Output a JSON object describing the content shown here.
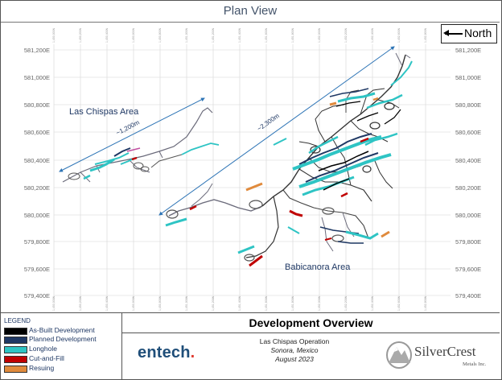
{
  "title": "Plan View",
  "north_label": "North",
  "y_axis_labels": [
    "581,200E",
    "581,000E",
    "580,800E",
    "580,600E",
    "580,400E",
    "580,200E",
    "580,000E",
    "579,800E",
    "579,600E",
    "579,400E"
  ],
  "x_axis_labels": [
    "1,450,000N",
    "1,450,200N",
    "1,450,400N",
    "1,450,600N",
    "1,450,800N",
    "1,451,000N",
    "1,451,200N",
    "1,451,400N",
    "1,451,600N",
    "1,451,800N",
    "1,452,000N",
    "1,452,200N",
    "1,452,400N",
    "1,452,600N",
    "1,452,800N"
  ],
  "areas": {
    "las_chispas": "Las Chispas Area",
    "babicanora": "Babicanora Area"
  },
  "distances": {
    "las_chispas": "~1,200m",
    "babicanora": "~2,300m"
  },
  "legend": {
    "heading": "LEGEND",
    "items": [
      {
        "label": "As-Built Development",
        "color": "#000000"
      },
      {
        "label": "Planned Development",
        "color": "#1f3864"
      },
      {
        "label": "Longhole",
        "color": "#2ec4c4"
      },
      {
        "label": "Cut-and-Fill",
        "color": "#c00000"
      },
      {
        "label": "Resuing",
        "color": "#e08a3c"
      }
    ]
  },
  "footer": {
    "title": "Development Overview",
    "company_logo_left": "entech",
    "company_logo_left_suffix": ".",
    "operation": "Las Chispas Operation",
    "location": "Sonora, Mexico",
    "date": "August 2023",
    "company_logo_right": "SilverCrest",
    "company_logo_right_sub": "Metals Inc."
  }
}
